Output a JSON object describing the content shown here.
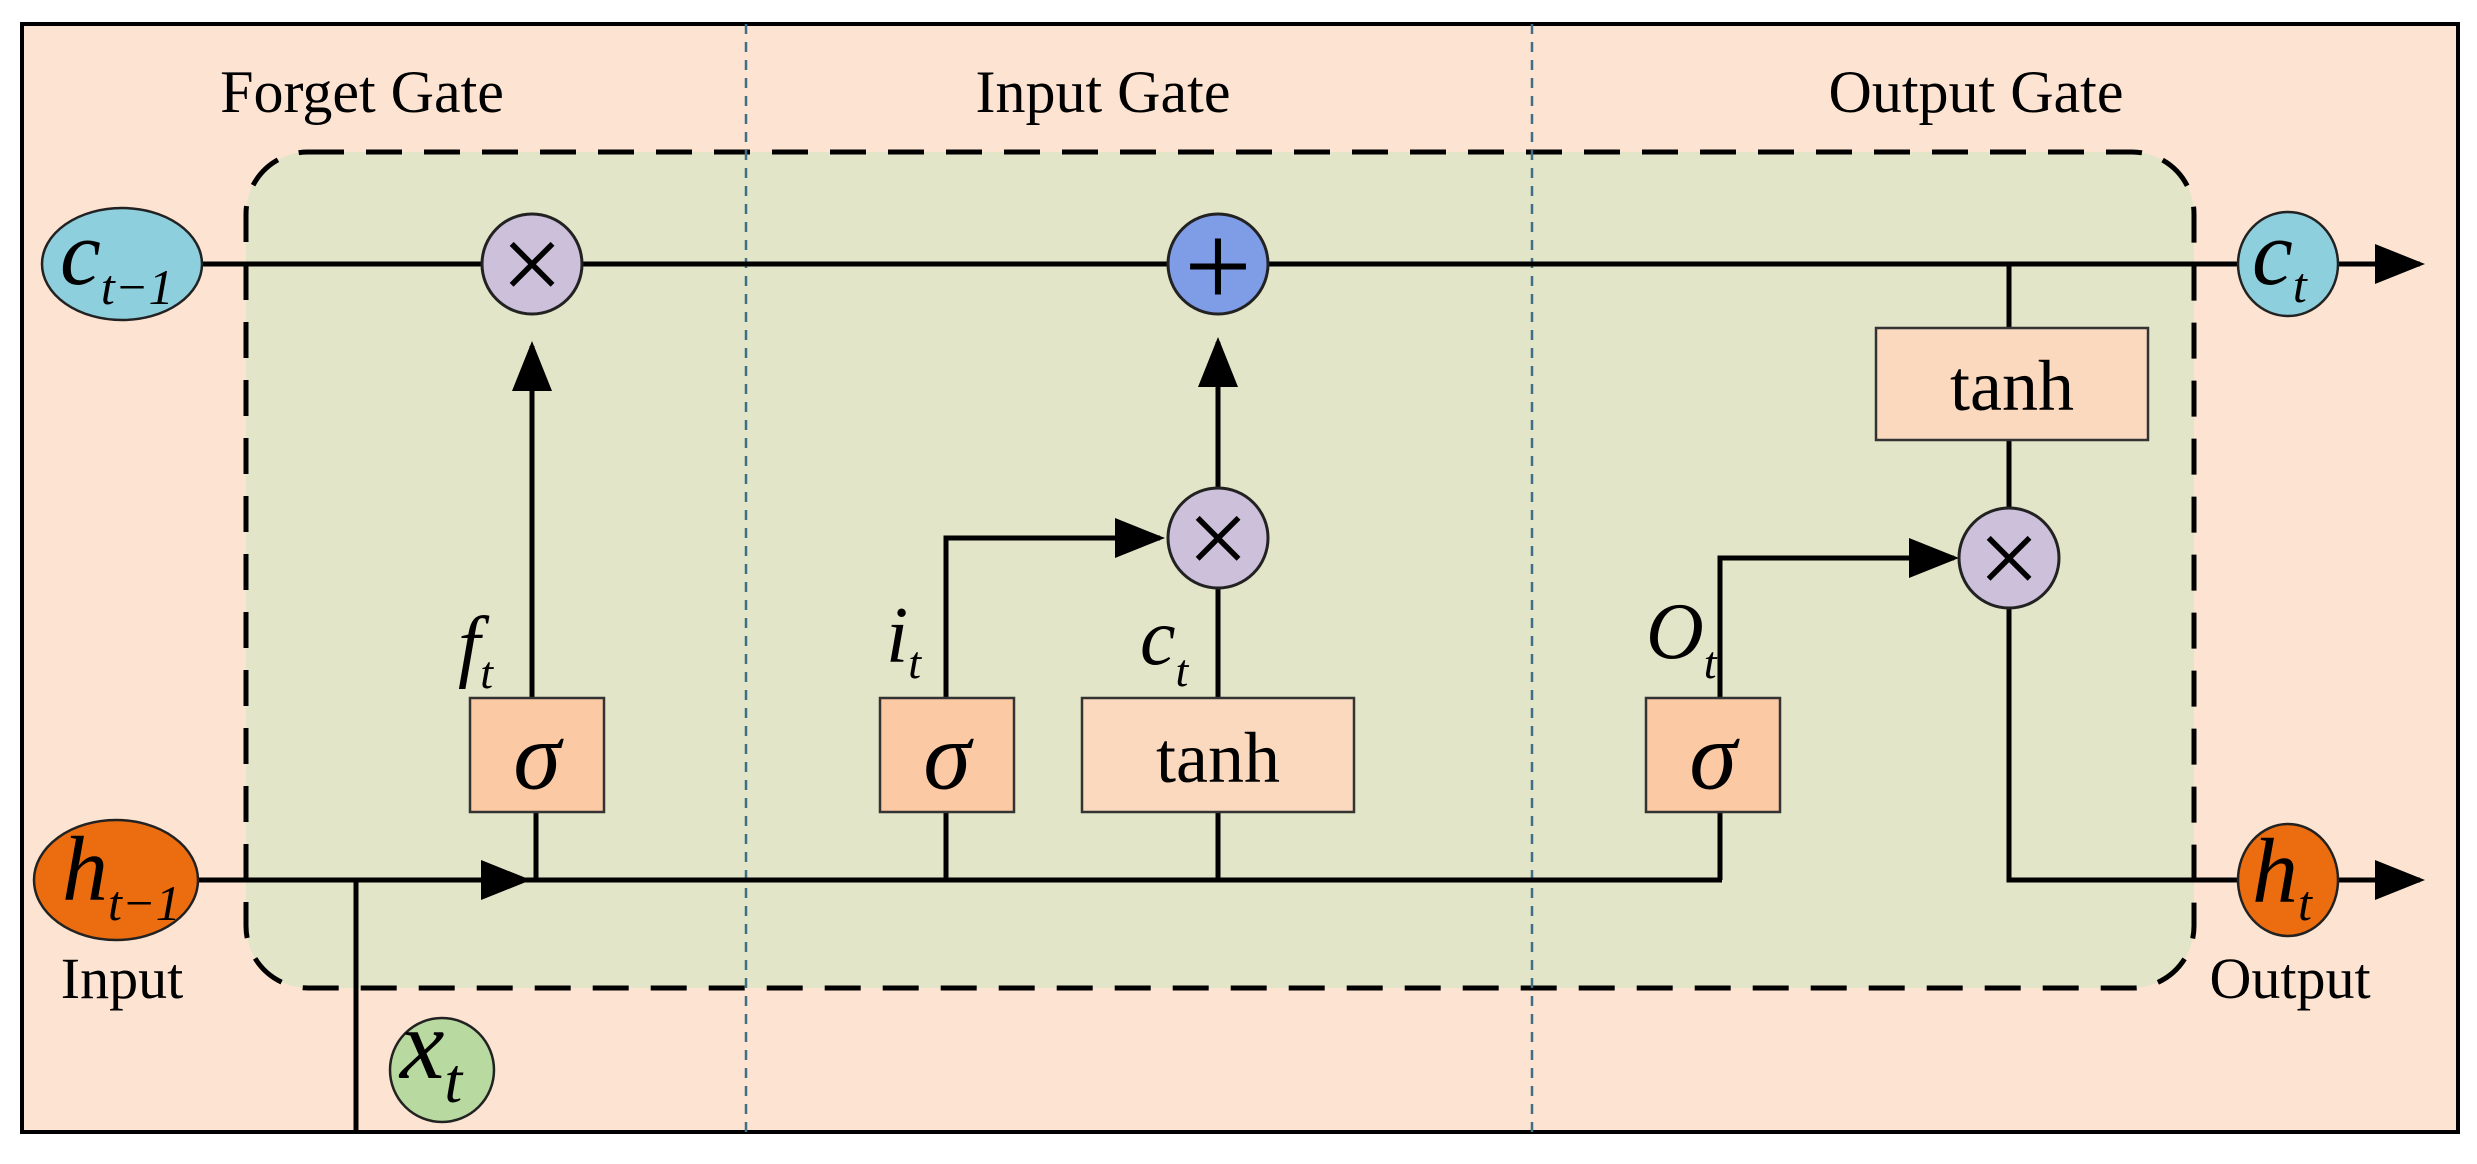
{
  "gates": {
    "forget": "Forget Gate",
    "input": "Input Gate",
    "output": "Output Gate"
  },
  "nodes": {
    "c_prev": {
      "base": "c",
      "sub": "t−1"
    },
    "h_prev": {
      "base": "h",
      "sub": "t−1"
    },
    "x_t": {
      "base": "x",
      "sub": "t"
    },
    "c_t": {
      "base": "c",
      "sub": "t"
    },
    "h_t": {
      "base": "h",
      "sub": "t"
    }
  },
  "labels": {
    "f_t": {
      "base": "f",
      "sub": "t"
    },
    "i_t": {
      "base": "i",
      "sub": "t"
    },
    "c_tilde": {
      "base": "c",
      "sub": "t"
    },
    "o_t": {
      "base": "O",
      "sub": "t"
    }
  },
  "functions": {
    "sigma": "σ",
    "tanh": "tanh"
  },
  "operators": {
    "multiply": "×",
    "add": "+"
  },
  "io": {
    "input": "Input",
    "output": "Output"
  },
  "colors": {
    "frame_bg": "#fde4d2",
    "cell_bg": "#e2e5c7",
    "c_node": "#8ecfde",
    "h_node": "#ec6c10",
    "x_node": "#b8d9a0",
    "multiply_node": "#cdc0db",
    "add_node": "#7f9de6",
    "sigma_box": "#fbc9a4",
    "tanh_box": "#fbd9bf"
  }
}
